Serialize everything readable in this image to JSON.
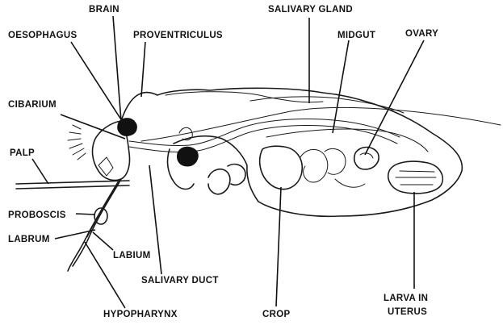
{
  "diagram": {
    "labels": {
      "brain": "BRAIN",
      "salivary_gland": "SALIVARY GLAND",
      "oesophagus": "OESOPHAGUS",
      "proventriculus": "PROVENTRICULUS",
      "midgut": "MIDGUT",
      "ovary": "OVARY",
      "cibarium": "CIBARIUM",
      "palp": "PALP",
      "proboscis": "PROBOSCIS",
      "labrum": "LABRUM",
      "labium": "LABIUM",
      "salivary_duct": "SALIVARY DUCT",
      "hypopharynx": "HYPOPHARYNX",
      "crop": "CROP",
      "larva_line1": "LARVA IN",
      "larva_line2": "UTERUS"
    },
    "colors": {
      "ink": "#111111",
      "background": "#ffffff"
    }
  }
}
